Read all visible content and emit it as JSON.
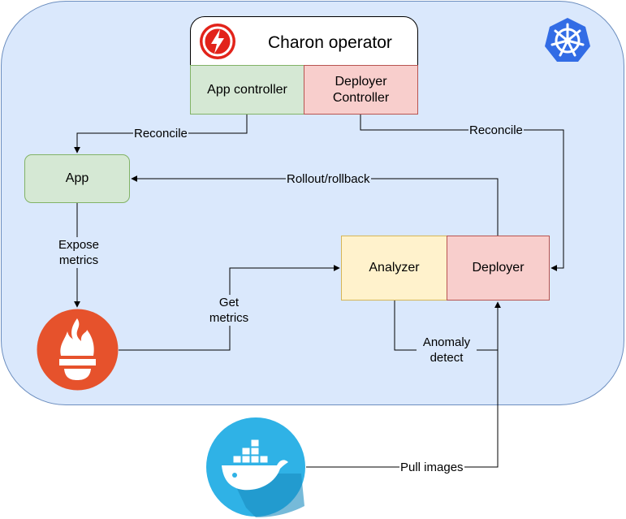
{
  "operator": {
    "title": "Charon operator",
    "app_controller": "App controller",
    "deployer_controller": "Deployer Controller"
  },
  "nodes": {
    "app": "App",
    "analyzer": "Analyzer",
    "deployer": "Deployer"
  },
  "edges": {
    "reconcile_app": "Reconcile",
    "reconcile_deployer": "Reconcile",
    "rollout": "Rollout/rollback",
    "expose_metrics": "Expose metrics",
    "get_metrics": "Get metrics",
    "anomaly_detect": "Anomaly detect",
    "pull_images": "Pull images"
  },
  "icons": [
    "charon-logo-icon",
    "kubernetes-icon",
    "prometheus-icon",
    "docker-icon"
  ],
  "colors": {
    "cluster": "#dae8fc",
    "green": "#d5e8d4",
    "red": "#f8cecc",
    "yellow": "#fff2cc",
    "prometheus": "#e6522c",
    "docker": "#2496ed",
    "kubernetes": "#326ce5"
  }
}
